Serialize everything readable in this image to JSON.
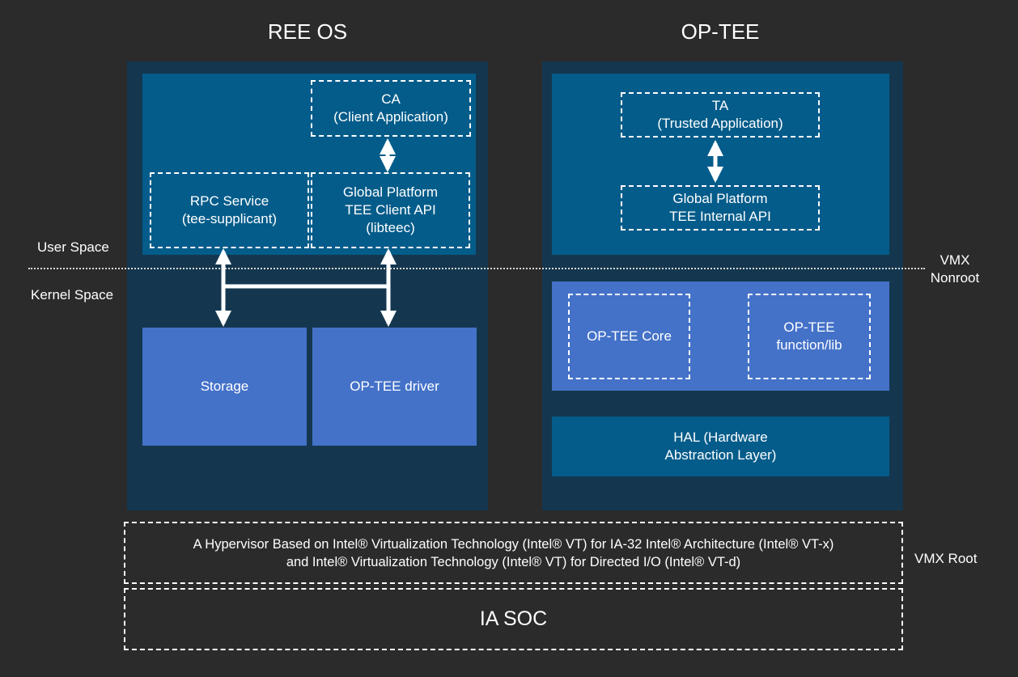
{
  "titles": {
    "ree_os": "REE OS",
    "op_tee": "OP-TEE"
  },
  "ree": {
    "ca_line1": "CA",
    "ca_line2": "(Client Application)",
    "rpc_line1": "RPC Service",
    "rpc_line2": "(tee-supplicant)",
    "gp_line1": "Global Platform",
    "gp_line2": "TEE Client API",
    "gp_line3": "(libteec)",
    "storage": "Storage",
    "driver": "OP-TEE driver"
  },
  "tee": {
    "ta_line1": "TA",
    "ta_line2": "(Trusted Application)",
    "gp_line1": "Global Platform",
    "gp_line2": "TEE Internal API",
    "core": "OP-TEE Core",
    "func_line1": "OP-TEE",
    "func_line2": "function/lib",
    "hal_line1": "HAL (Hardware",
    "hal_line2": "Abstraction Layer)"
  },
  "side_labels": {
    "user_space": "User Space",
    "kernel_space": "Kernel Space",
    "vmx_nonroot_1": "VMX",
    "vmx_nonroot_2": "Nonroot",
    "vmx_root": "VMX Root"
  },
  "hypervisor": {
    "line1": "A Hypervisor Based on Intel® Virtualization Technology (Intel® VT) for IA-32 Intel® Architecture (Intel® VT-x)",
    "line2": "and Intel® Virtualization Technology (Intel® VT) for Directed I/O (Intel® VT-d)"
  },
  "soc": "IA SOC",
  "colors": {
    "background": "#2b2b2b",
    "panel": "#14374f",
    "user_block": "#045c8a",
    "kernel_block": "#4472c8",
    "line": "#ffffff"
  }
}
